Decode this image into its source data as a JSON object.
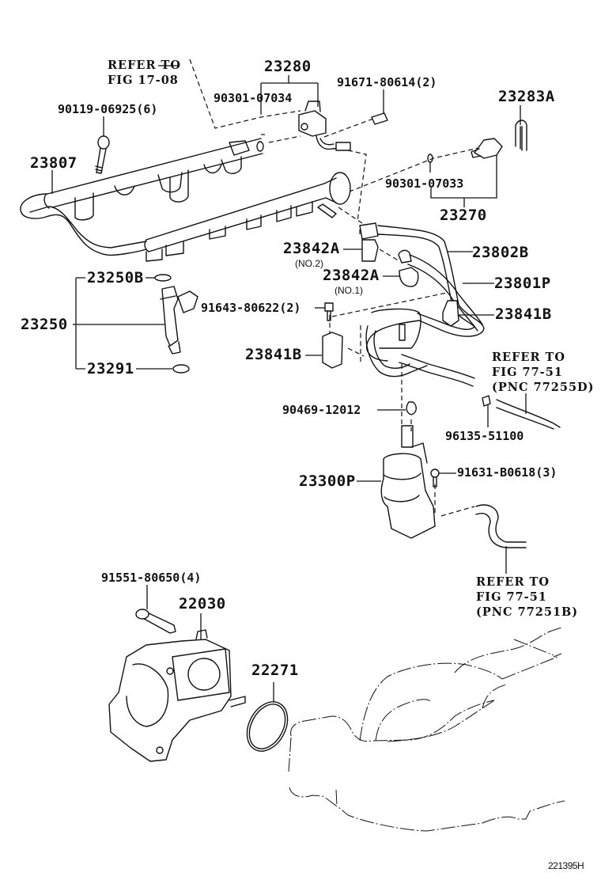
{
  "diagram": {
    "figure_id": "221395H",
    "callouts": {
      "refer_17_08": [
        "REFER TO",
        "FIG 17-08"
      ],
      "p23280": "23280",
      "p90301_07034": "90301-07034",
      "p91671": "91671-80614(2)",
      "p23283A": "23283A",
      "p90119": "90119-06925(6)",
      "p23807": "23807",
      "p90301_07033": "90301-07033",
      "p23270": "23270",
      "p23842A_no2": "23842A",
      "no2": "(NO.2)",
      "p23802B": "23802B",
      "p23842A_no1": "23842A",
      "no1": "(NO.1)",
      "p23801P": "23801P",
      "p23250B": "23250B",
      "p91643": "91643-80622(2)",
      "p23841B_right": "23841B",
      "p23250": "23250",
      "p23841B_left": "23841B",
      "p23291": "23291",
      "refer_77255D": [
        "REFER TO",
        "FIG 77-51",
        "(PNC 77255D)"
      ],
      "p90469": "90469-12012",
      "p96135": "96135-51100",
      "p91631": "91631-B0618(3)",
      "p23300P": "23300P",
      "refer_77251B": [
        "REFER TO",
        "FIG 77-51",
        "(PNC 77251B)"
      ],
      "p91551": "91551-80650(4)",
      "p22030": "22030",
      "p22271": "22271"
    }
  }
}
